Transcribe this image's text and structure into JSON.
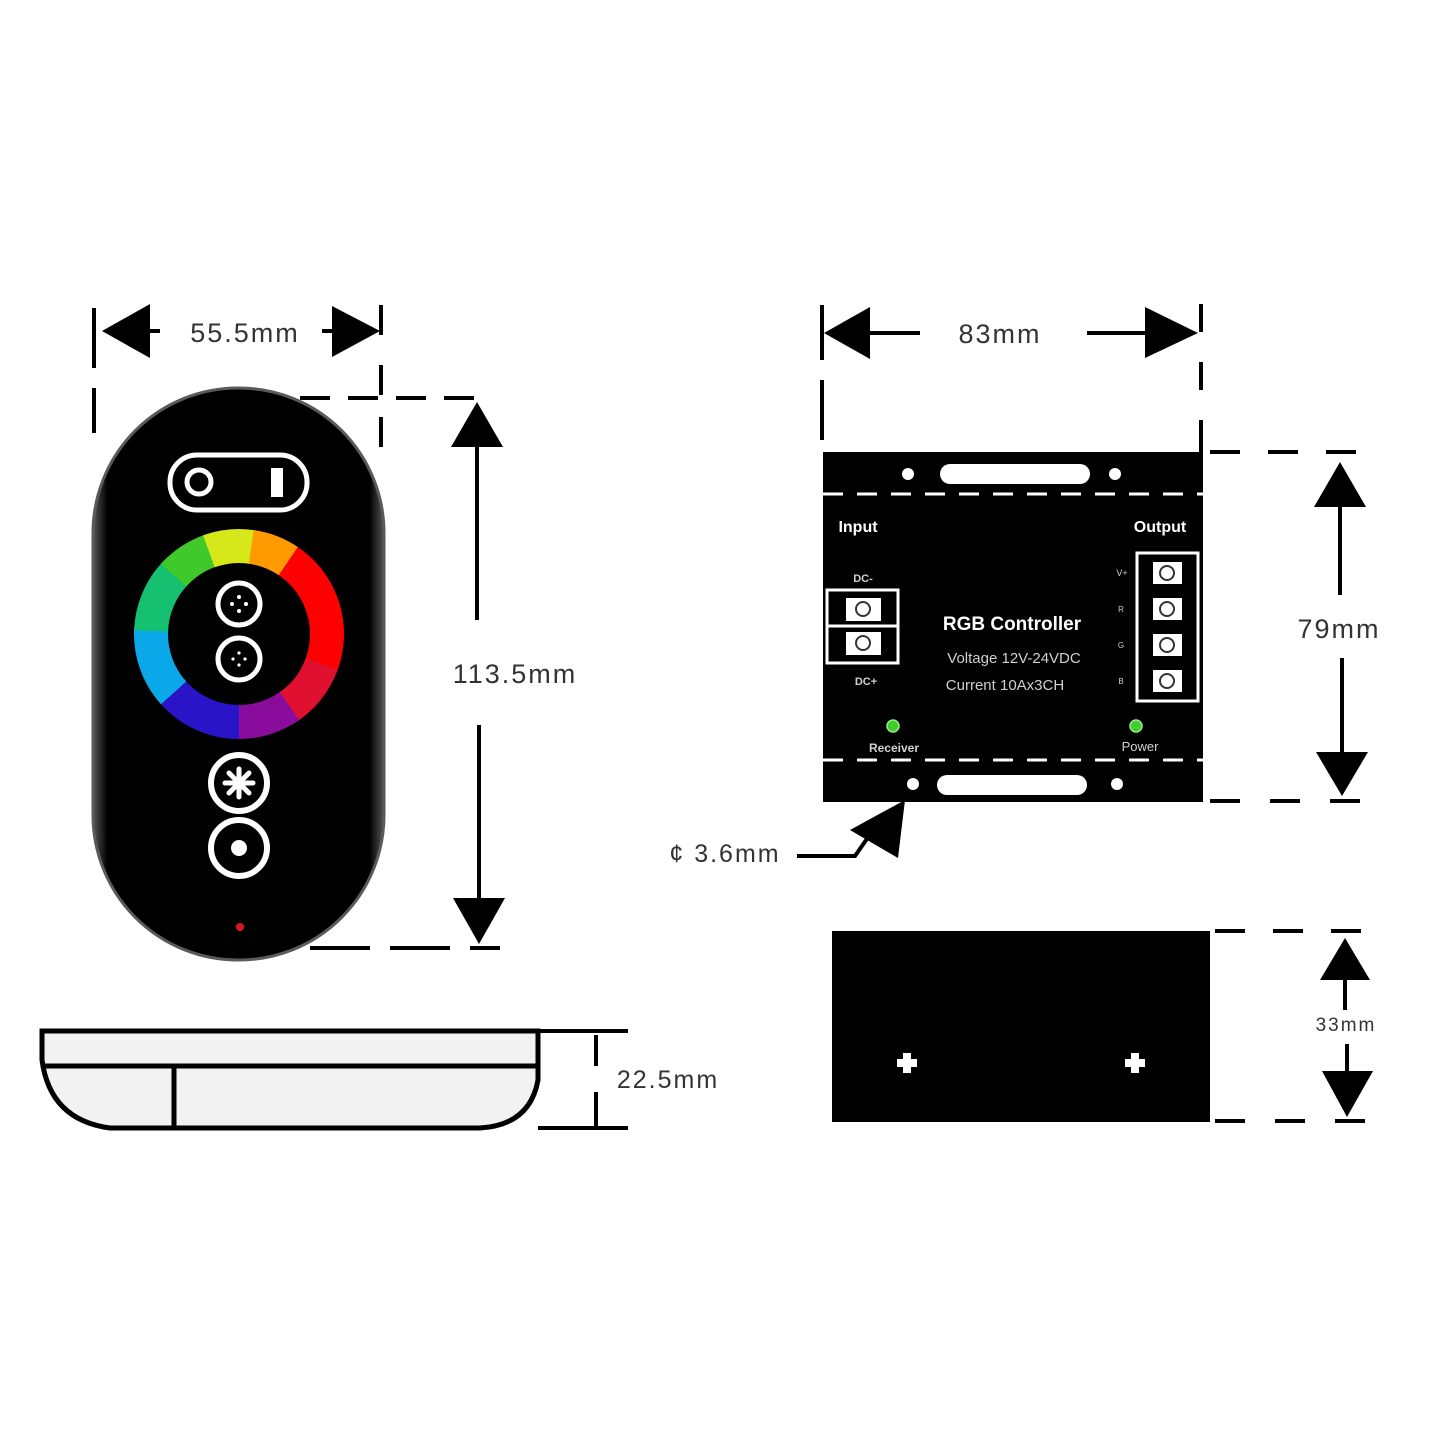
{
  "remote": {
    "width_label": "55.5mm",
    "height_label": "113.5mm",
    "thickness_label": "22.5mm",
    "body_color": "#000000",
    "indicator_color": "#e0141e",
    "icons": [
      "power-switch-icon",
      "color-wheel-icon",
      "brightness-up-icon",
      "brightness-down-icon",
      "mode-icon",
      "speed-icon"
    ]
  },
  "controller": {
    "width_label": "83mm",
    "height_label": "79mm",
    "depth_label": "33mm",
    "hole_label": "¢ 3.6mm",
    "title": "RGB Controller",
    "voltage": "Voltage 12V-24VDC",
    "current": "Current 10Ax3CH",
    "input_label": "Input",
    "output_label": "Output",
    "dc_minus": "DC-",
    "dc_plus": "DC+",
    "output_pins": [
      "V+",
      "R",
      "G",
      "B"
    ],
    "receiver_label": "Receiver",
    "power_label": "Power",
    "led_color": "#3ecf2a"
  }
}
